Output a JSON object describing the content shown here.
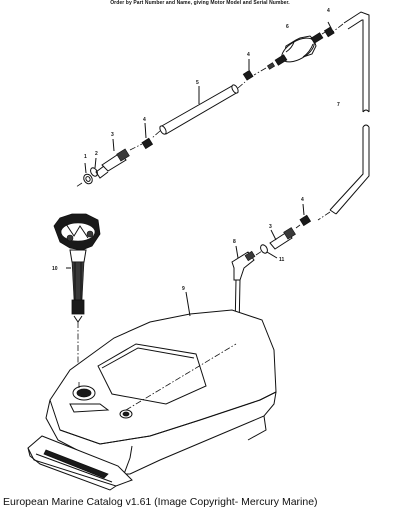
{
  "header_note": "Order by Part Number and Name, giving Motor Model and Serial Number.",
  "caption": "European Marine Catalog v1.61 (Image Copyright- Mercury Marine)",
  "callouts": {
    "c1": "1",
    "c2": "2",
    "c3a": "3",
    "c4a": "4",
    "c5": "5",
    "c4b": "4",
    "c6": "6",
    "c4c": "4",
    "c7": "7",
    "c4d": "4",
    "c3b": "3",
    "c11": "11",
    "c8": "8",
    "c10": "10",
    "c9": "9"
  }
}
